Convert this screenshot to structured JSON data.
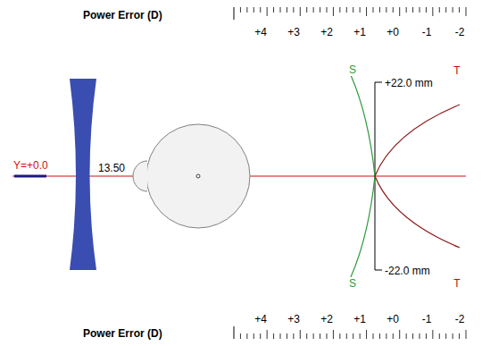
{
  "diagram": {
    "labels": [
      "Power Error (D)",
      "+4",
      "+3",
      "+2",
      "+1",
      "+0",
      "-1",
      "-2",
      "Y=+0.0",
      "13.50",
      "S",
      "+22.0 mm",
      "T",
      "-22.0 mm",
      "S",
      "T",
      "+4",
      "+3",
      "+2",
      "+1",
      "+0",
      "-1",
      "-2",
      "Power Error (D)"
    ]
  }
}
